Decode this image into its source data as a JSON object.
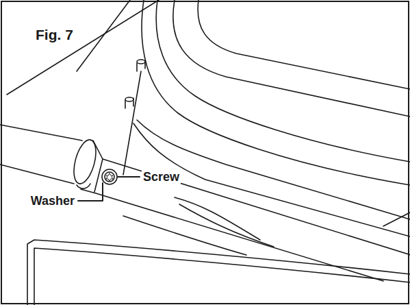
{
  "diagram": {
    "title": "Fig. 7",
    "labels": [
      "Screw",
      "Washer"
    ]
  }
}
